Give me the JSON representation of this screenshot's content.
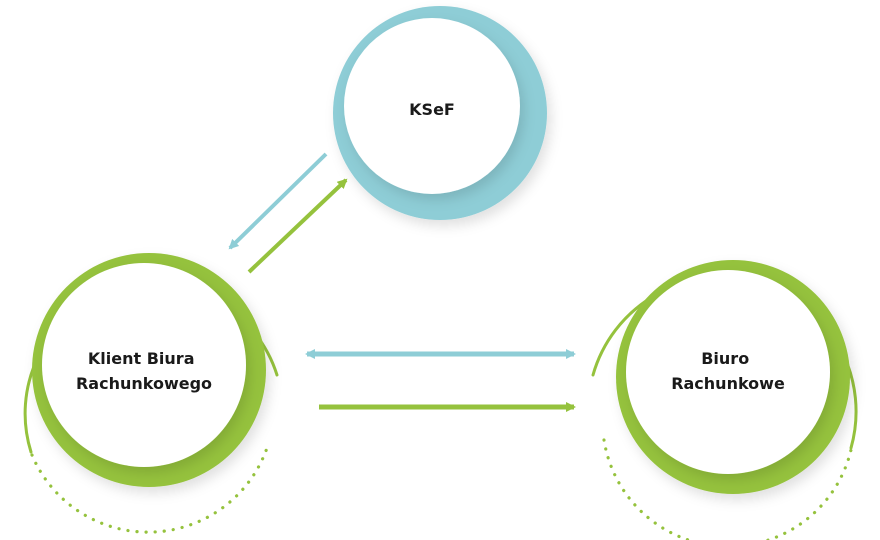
{
  "nodes": {
    "ksef": {
      "lines": [
        "KSeF"
      ]
    },
    "client": {
      "lines": [
        "Klient Biura",
        "Rachunkowego"
      ]
    },
    "office": {
      "lines": [
        "Biuro",
        "Rachunkowe"
      ]
    }
  },
  "colors": {
    "blue": "#8ecdd6",
    "green": "#95c23d",
    "ring_shadow": "#dcdcdc",
    "circle_fill": "#ffffff",
    "text": "#1a1a1a"
  },
  "arrows": [
    {
      "from": "ksef",
      "to": "client",
      "color": "blue",
      "direction": "single"
    },
    {
      "from": "client",
      "to": "ksef",
      "color": "green",
      "direction": "single"
    },
    {
      "from": "client",
      "to": "office",
      "color": "blue",
      "direction": "double"
    },
    {
      "from": "client",
      "to": "office",
      "color": "green",
      "direction": "single"
    }
  ]
}
